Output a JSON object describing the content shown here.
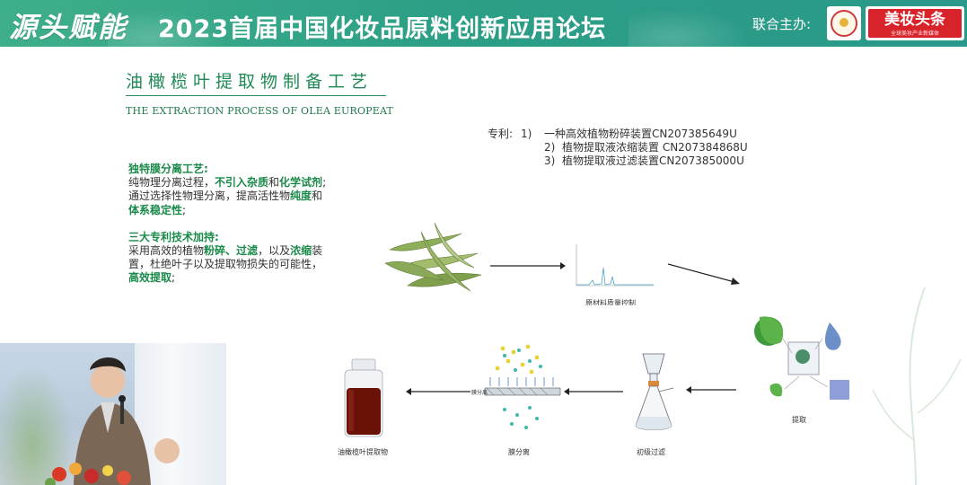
{
  "header": {
    "brand_slogan": "源头赋能",
    "event_title": "2023首届中国化妆品原料创新应用论坛",
    "host_label": "联合主办:",
    "partner_logo_text": "美妆头条",
    "partner_logo_sub": "全球美妆产业新媒体"
  },
  "slide": {
    "title": "油橄榄叶提取物制备工艺",
    "subtitle": "THE EXTRACTION PROCESS OF OLEA EUROPEAT"
  },
  "patents": {
    "label": "专利:",
    "items": [
      {
        "num": "1)",
        "text": "一种高效植物粉碎装置CN207385649U"
      },
      {
        "num": "2)",
        "text": "植物提取液浓缩装置  CN207384868U"
      },
      {
        "num": "3)",
        "text": "植物提取液过滤装置CN207385000U"
      }
    ]
  },
  "features": {
    "membrane": {
      "heading": "独特膜分离工艺:",
      "l1_a": "纯物理分离过程，",
      "l1_b": "不引入杂质",
      "l1_c": "和",
      "l1_d": "化学试剂",
      "l1_e": ";",
      "l2_a": "通过选择性物理分离，提高活性物",
      "l2_b": "纯度",
      "l2_c": "和",
      "l3_a": "体系稳定性",
      "l3_b": ";"
    },
    "patent_tech": {
      "heading": "三大专利技术加持:",
      "l1_a": "采用高效的植物",
      "l1_b": "粉碎",
      "l1_c": "、",
      "l1_d": "过滤",
      "l1_e": "，以及",
      "l1_f": "浓缩",
      "l1_g": "装",
      "l2": "置，杜绝叶子以及提取物损失的可能性，",
      "l3_a": "高效提取",
      "l3_b": ";"
    }
  },
  "process": {
    "qc_label": "原材料质量控制",
    "extract_label": "提取",
    "filter_label": "初级过滤",
    "membrane_label": "膜分离",
    "product_label": "油橄榄叶提取物",
    "membrane_side_label": "膜分离"
  },
  "colors": {
    "banner": "#2c9f86",
    "accent_green": "#1a8a4a",
    "product_brown": "#6b1208"
  }
}
